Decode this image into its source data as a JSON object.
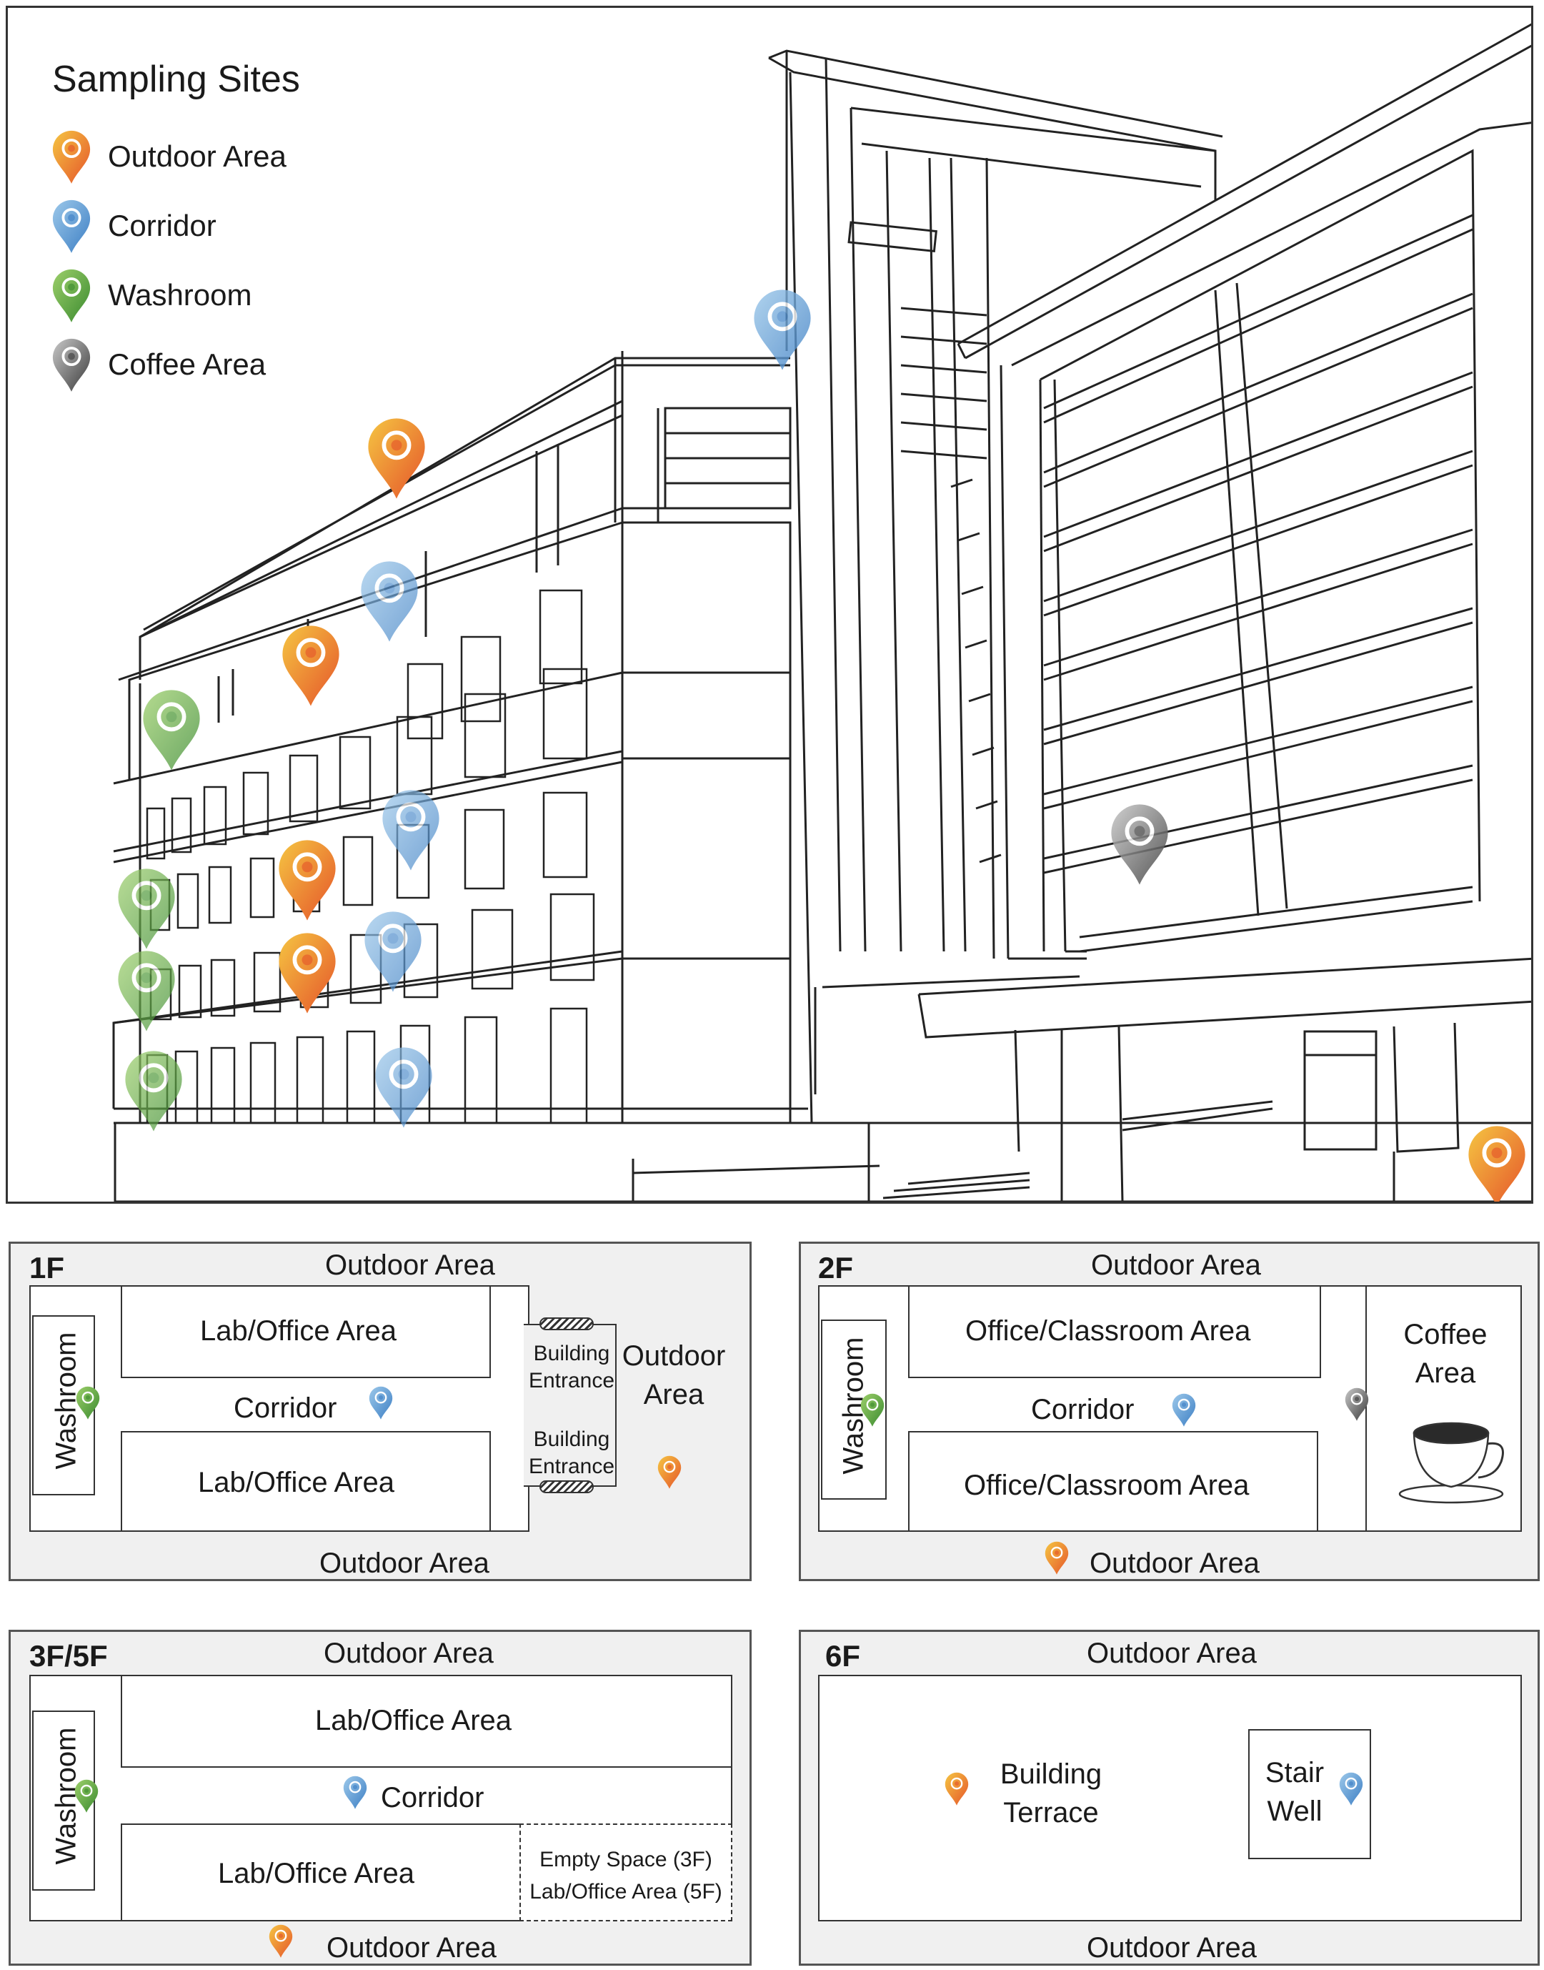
{
  "legend": {
    "title": "Sampling Sites",
    "items": [
      {
        "label": "Outdoor Area",
        "icon": "outdoor-pin-icon",
        "color_top": "#f5c542",
        "color_bottom": "#e5542a"
      },
      {
        "label": "Corridor",
        "icon": "corridor-pin-icon",
        "color_top": "#9cc8ea",
        "color_bottom": "#3d7fc4"
      },
      {
        "label": "Washroom",
        "icon": "washroom-pin-icon",
        "color_top": "#9ccf6a",
        "color_bottom": "#3a8a2f"
      },
      {
        "label": "Coffee Area",
        "icon": "coffee-pin-icon",
        "color_top": "#c8c8c8",
        "color_bottom": "#3a3a3a"
      }
    ]
  },
  "floor_1f": {
    "label": "1F",
    "outdoor_top": "Outdoor Area",
    "outdoor_bottom": "Outdoor Area",
    "outdoor_right": "Outdoor Area",
    "washroom": "Washroom",
    "lab_top": "Lab/Office Area",
    "lab_bottom": "Lab/Office Area",
    "corridor": "Corridor",
    "entrance_top": "Building Entrance",
    "entrance_bottom": "Building Entrance"
  },
  "floor_2f": {
    "label": "2F",
    "outdoor_top": "Outdoor Area",
    "outdoor_bottom": "Outdoor Area",
    "washroom": "Washroom",
    "office_top": "Office/Classroom Area",
    "office_bottom": "Office/Classroom Area",
    "corridor": "Corridor",
    "coffee": "Coffee Area"
  },
  "floor_3f5f": {
    "label": "3F/5F",
    "outdoor_top": "Outdoor Area",
    "outdoor_bottom": "Outdoor Area",
    "washroom": "Washroom",
    "lab_top": "Lab/Office Area",
    "lab_bottom": "Lab/Office Area",
    "corridor": "Corridor",
    "empty_space": "Empty Space (3F)",
    "empty_space_5f": "Lab/Office Area (5F)"
  },
  "floor_6f": {
    "label": "6F",
    "outdoor_top": "Outdoor Area",
    "outdoor_bottom": "Outdoor Area",
    "terrace": "Building Terrace",
    "stairwell": "Stair Well"
  }
}
